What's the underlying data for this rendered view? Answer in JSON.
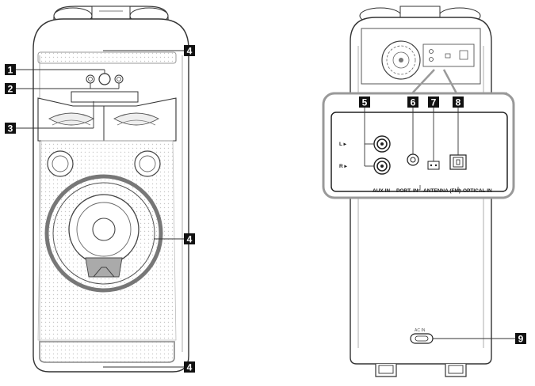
{
  "callouts": {
    "c1": "1",
    "c2": "2",
    "c3": "3",
    "c4_top": "4",
    "c4_mid": "4",
    "c4_bottom": "4",
    "c5": "5",
    "c6": "6",
    "c7": "7",
    "c8": "8",
    "c9": "9"
  },
  "rear_panel": {
    "left_label": "L ▸",
    "right_label": "R ▸",
    "aux_in": "AUX IN",
    "port_in": "PORT. IN",
    "antenna": "ANTENNA (FM)",
    "optical_in": "OPTICAL IN",
    "ac_in": "AC IN"
  },
  "colors": {
    "line": "#333333",
    "light_gray": "#cccccc",
    "panel_gray": "#999999",
    "badge": "#111111"
  }
}
